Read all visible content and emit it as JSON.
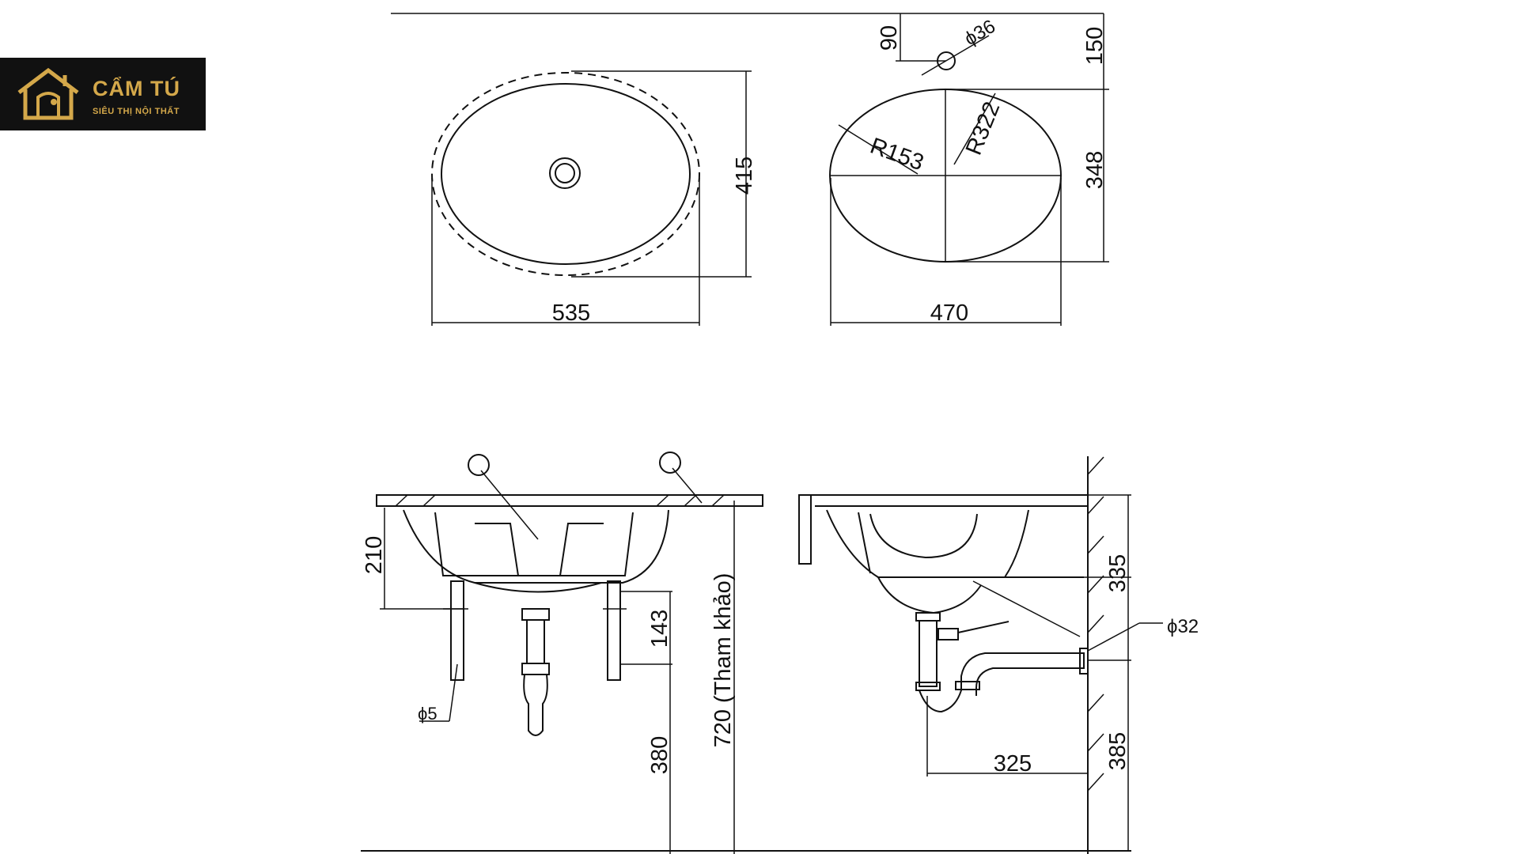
{
  "logo": {
    "name": "CẨM TÚ",
    "tagline": "SIÊU THỊ NỘI THẤT",
    "accent_color": "#d4a84a",
    "background_color": "#111111"
  },
  "top_view": {
    "width_label": "535",
    "height_label": "415"
  },
  "bowl_view": {
    "width_label": "470",
    "height_label": "348",
    "radius_small_label": "R153",
    "radius_large_label": "R322",
    "top_offset_label": "150",
    "hole_offset_label": "90",
    "hole_diameter_label": "ϕ36"
  },
  "front_view": {
    "depth_label": "210",
    "bracket_label": "143",
    "floor_label": "380",
    "height_label": "720 (Tham khảo)",
    "screw_label": "ϕ5"
  },
  "side_view": {
    "depth_label": "335",
    "pipe_label": "ϕ32",
    "trap_label": "325",
    "outlet_height_label": "385"
  }
}
